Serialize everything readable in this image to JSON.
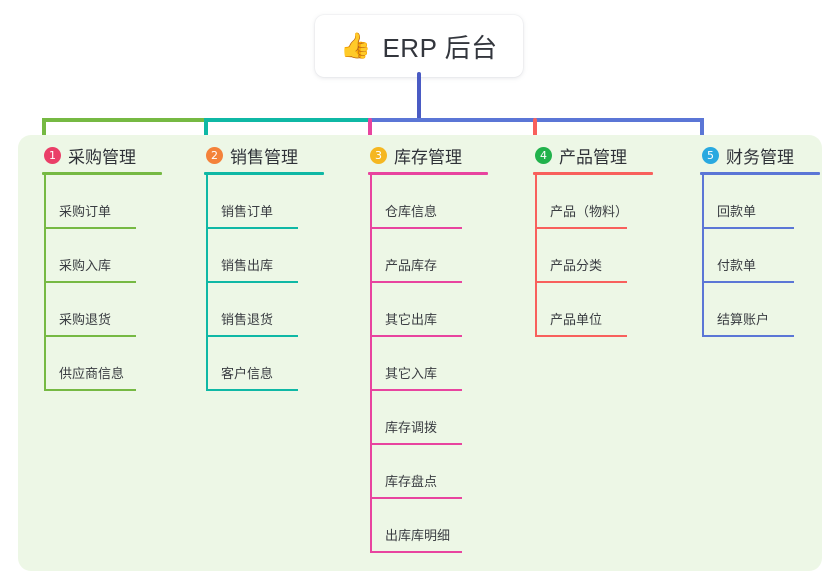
{
  "root": {
    "icon": "thumbs-up-icon",
    "emoji": "👍",
    "title": "ERP 后台"
  },
  "theme": {
    "panel_bg": "#edf7e6",
    "page_bg": "#ffffff",
    "stem": "#4a5bc4",
    "text": "#2f3238"
  },
  "columns": [
    {
      "number": "1",
      "title": "采购管理",
      "badge_color": "#ea3f68",
      "line_color": "#76b943",
      "items": [
        {
          "label": "采购订单"
        },
        {
          "label": "采购入库"
        },
        {
          "label": "采购退货"
        },
        {
          "label": "供应商信息"
        }
      ]
    },
    {
      "number": "2",
      "title": "销售管理",
      "badge_color": "#f4823a",
      "line_color": "#0fb8a5",
      "items": [
        {
          "label": "销售订单"
        },
        {
          "label": "销售出库"
        },
        {
          "label": "销售退货"
        },
        {
          "label": "客户信息"
        }
      ]
    },
    {
      "number": "3",
      "title": "库存管理",
      "badge_color": "#f5b721",
      "line_color": "#e8449f",
      "items": [
        {
          "label": "仓库信息"
        },
        {
          "label": "产品库存"
        },
        {
          "label": "其它出库"
        },
        {
          "label": "其它入库"
        },
        {
          "label": "库存调拨"
        },
        {
          "label": "库存盘点"
        },
        {
          "label": "出库库明细"
        }
      ]
    },
    {
      "number": "4",
      "title": "产品管理",
      "badge_color": "#22b24c",
      "line_color": "#f8605c",
      "items": [
        {
          "label": "产品（物料）"
        },
        {
          "label": "产品分类"
        },
        {
          "label": "产品单位"
        }
      ]
    },
    {
      "number": "5",
      "title": "财务管理",
      "badge_color": "#29a9e0",
      "line_color": "#5b76d6",
      "items": [
        {
          "label": "回款单"
        },
        {
          "label": "付款单"
        },
        {
          "label": "结算账户"
        }
      ]
    }
  ]
}
